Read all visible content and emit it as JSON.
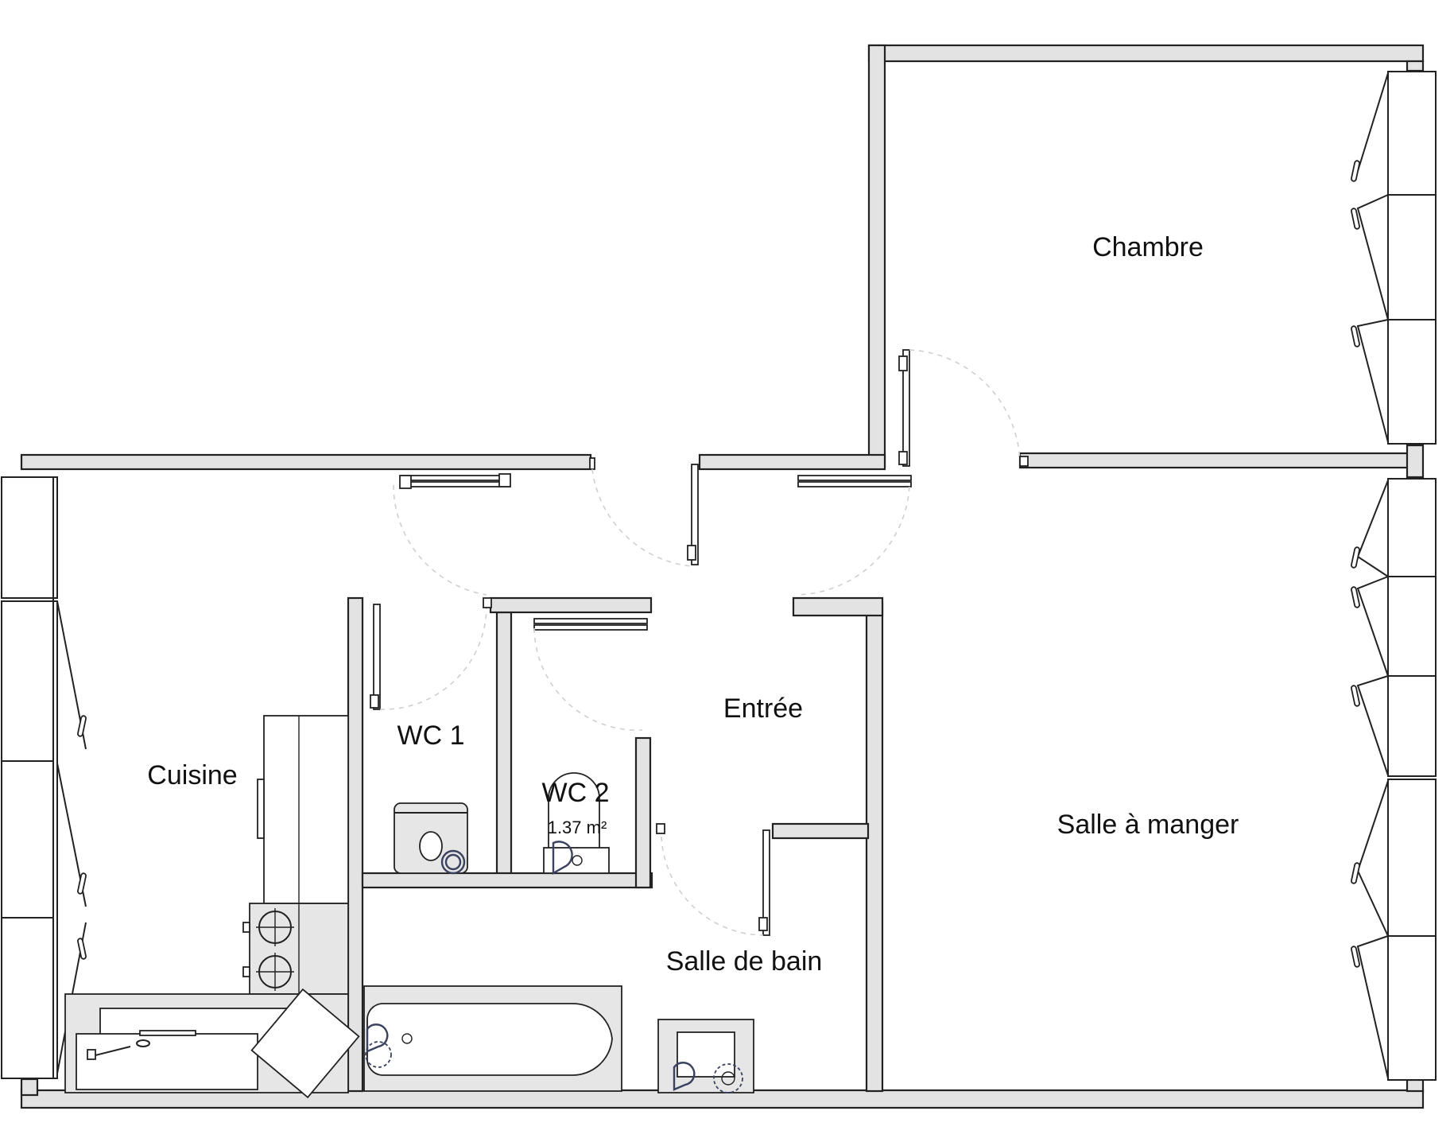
{
  "rooms": {
    "chambre": {
      "name": "Chambre"
    },
    "salle_a_manger": {
      "name": "Salle à manger"
    },
    "entree": {
      "name": "Entrée"
    },
    "cuisine": {
      "name": "Cuisine"
    },
    "wc1": {
      "name": "WC 1"
    },
    "wc2": {
      "name": "WC 2",
      "area": "1.37 m²"
    },
    "salle_de_bain": {
      "name": "Salle de bain"
    }
  },
  "fixtures": {
    "toilet_wc1_icon": "toilet-icon",
    "toilet_wc2_icon": "toilet-icon",
    "bathtub_icon": "bathtub-icon",
    "sink_icon": "sink-icon",
    "stove_icon": "stove-icon",
    "kitchen_sink_icon": "kitchen-sink-icon",
    "water_point_icon": "water-point-icon"
  },
  "colors": {
    "wall_fill": "#e3e3e3",
    "line": "#222222",
    "fixture_icon": "#3a4260"
  }
}
